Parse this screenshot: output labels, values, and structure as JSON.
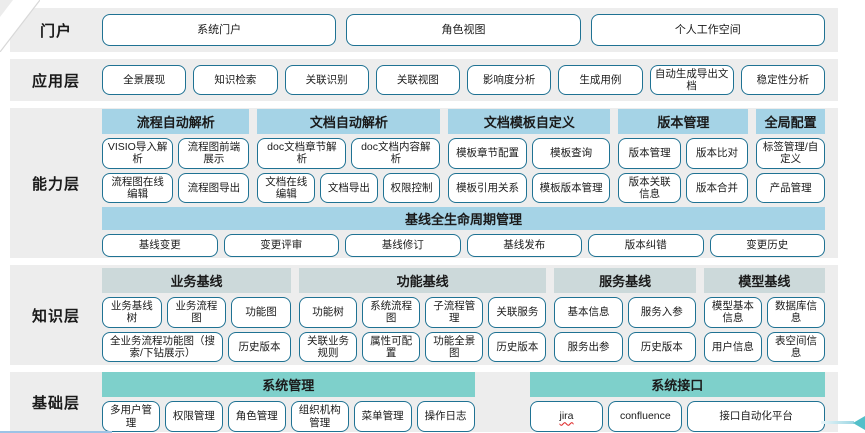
{
  "colors": {
    "band_bg": "#ededed",
    "header_blue": "#a5d3e6",
    "header_gray": "#ccd9da",
    "header_teal": "#7ed0cb",
    "button_border": "#1f7293",
    "bottom_line": "#9dc3e6",
    "arrow": "#53bfc9"
  },
  "layers": [
    {
      "id": "portal",
      "label": "门户",
      "buttons": [
        "系统门户",
        "角色视图",
        "个人工作空间"
      ]
    },
    {
      "id": "application",
      "label": "应用层",
      "buttons": [
        "全景展现",
        "知识检索",
        "关联识别",
        "关联视图",
        "影响度分析",
        "生成用例",
        "自动生成导出文档",
        "稳定性分析"
      ]
    },
    {
      "id": "capability",
      "label": "能力层",
      "groups": [
        {
          "header": "流程自动解析",
          "rows": [
            [
              "VISIO导入解析",
              "流程图前端展示"
            ],
            [
              "流程图在线编辑",
              "流程图导出"
            ]
          ]
        },
        {
          "header": "文档自动解析",
          "rows": [
            [
              "doc文档章节解析",
              "doc文档内容解析"
            ],
            [
              "文档在线编辑",
              "文档导出",
              "权限控制"
            ]
          ]
        },
        {
          "header": "文档模板自定义",
          "rows": [
            [
              "模板章节配置",
              "模板查询"
            ],
            [
              "模板引用关系",
              "模板版本管理"
            ]
          ]
        },
        {
          "header": "版本管理",
          "rows": [
            [
              "版本管理",
              "版本比对"
            ],
            [
              "版本关联信息",
              "版本合并"
            ]
          ]
        },
        {
          "header": "全局配置",
          "rows": [
            [
              "标签管理/自定义"
            ],
            [
              "产品管理"
            ]
          ]
        }
      ],
      "baseline": {
        "header": "基线全生命周期管理",
        "buttons": [
          "基线变更",
          "变更评审",
          "基线修订",
          "基线发布",
          "版本纠错",
          "变更历史"
        ]
      }
    },
    {
      "id": "knowledge",
      "label": "知识层",
      "groups": [
        {
          "header": "业务基线",
          "rows": [
            [
              "业务基线树",
              "业务流程图",
              "功能图"
            ],
            [
              "全业务流程功能图（搜索/下钻展示）",
              "历史版本"
            ]
          ]
        },
        {
          "header": "功能基线",
          "rows": [
            [
              "功能树",
              "系统流程图",
              "子流程管理",
              "关联服务"
            ],
            [
              "关联业务规则",
              "属性可配置",
              "功能全景图",
              "历史版本"
            ]
          ]
        },
        {
          "header": "服务基线",
          "rows": [
            [
              "基本信息",
              "服务入参"
            ],
            [
              "服务出参",
              "历史版本"
            ]
          ]
        },
        {
          "header": "模型基线",
          "rows": [
            [
              "模型基本信息",
              "数据库信息"
            ],
            [
              "用户信息",
              "表空间信息"
            ]
          ]
        }
      ]
    },
    {
      "id": "foundation",
      "label": "基础层",
      "groups": [
        {
          "header": "系统管理",
          "rows": [
            [
              "多用户管理",
              "权限管理",
              "角色管理",
              "组织机构管理",
              "菜单管理",
              "操作日志"
            ]
          ]
        },
        {
          "header": "系统接口",
          "rows": [
            [
              "jira",
              "confluence",
              "接口自动化平台"
            ]
          ]
        }
      ]
    }
  ],
  "decorations": {
    "squiggly_labels": [
      "jira"
    ]
  }
}
